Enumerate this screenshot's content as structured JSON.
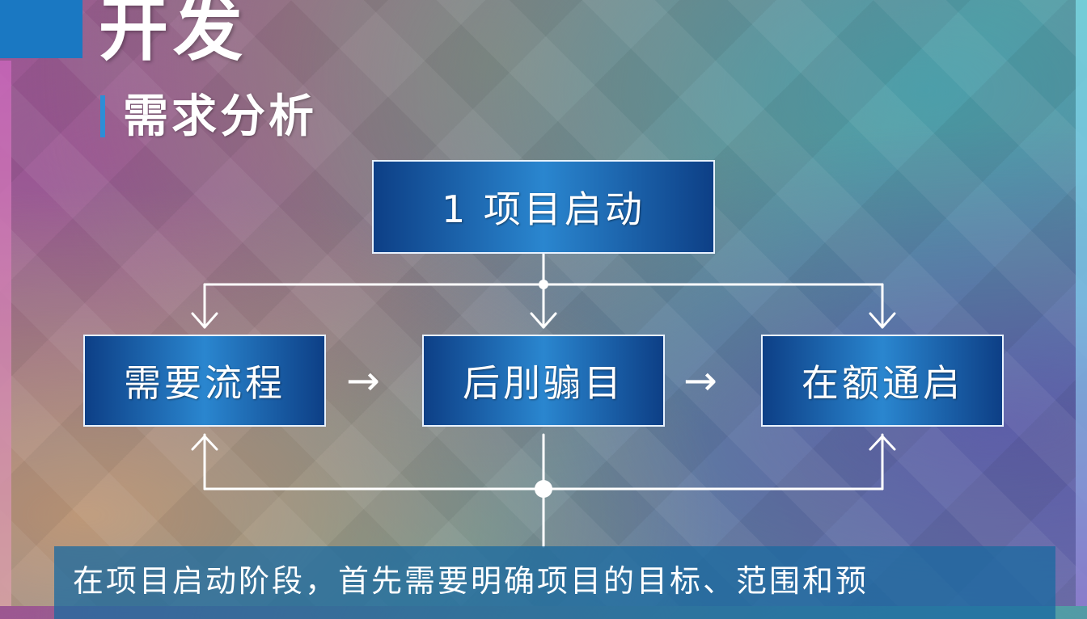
{
  "header": {
    "title": "开发",
    "subtitle": "需求分析"
  },
  "flowchart": {
    "start_node": "1 项目启动",
    "nodes": [
      "需要流程",
      "后刖骟目",
      "在额通启"
    ],
    "arrow_glyph": "→"
  },
  "caption": "在项目启动阶段，首先需要明确项目的目标、范围和预",
  "colors": {
    "node_fill": "#1d63ad",
    "corner_block": "#1a78c2",
    "caption_bar": "#1969a0",
    "line": "#ffffff"
  }
}
